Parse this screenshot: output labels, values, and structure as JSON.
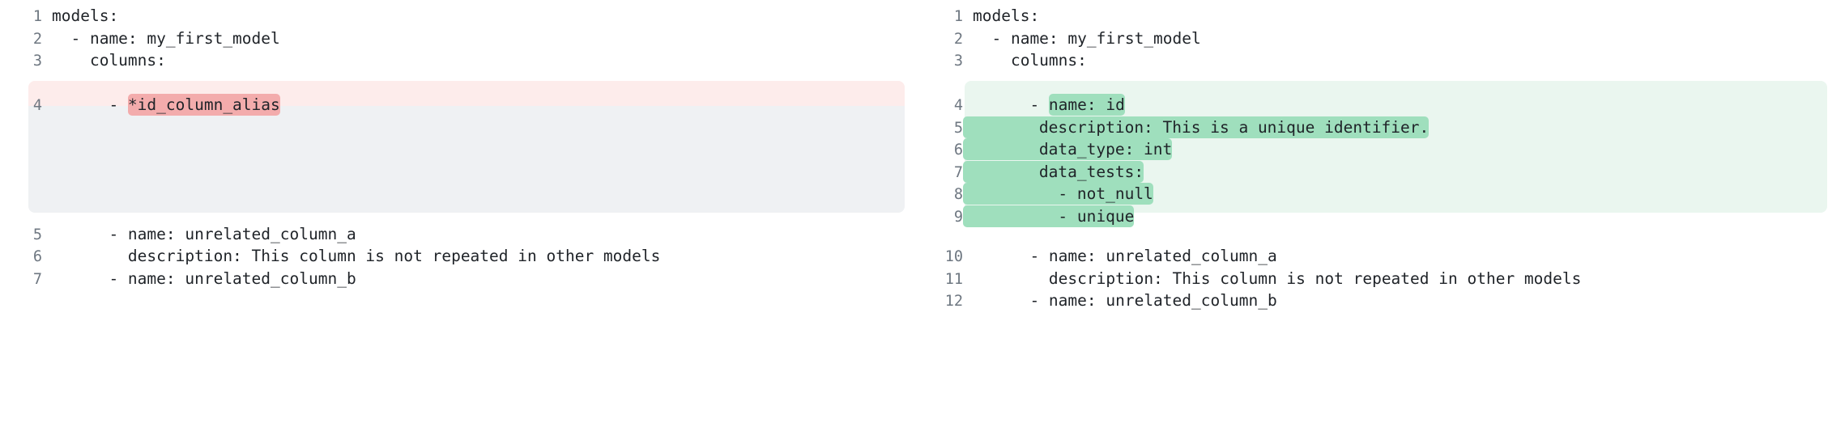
{
  "view": {
    "kind": "side-by-side-code-diff",
    "language": "yaml",
    "colors": {
      "deleted_row_bg": "#fdeceb",
      "deleted_word_bg": "#f3acac",
      "added_row_bg": "#eaf6ef",
      "added_word_bg": "#9fdfbd",
      "spacer_bg": "#eff1f3",
      "gutter_text": "#6e7781",
      "code_text": "#1f2328",
      "page_bg": "#ffffff"
    }
  },
  "left_pane": {
    "name": "before",
    "lines": [
      {
        "number": "1",
        "text": "models:",
        "state": "context"
      },
      {
        "number": "2",
        "text": "  - name: my_first_model",
        "state": "context"
      },
      {
        "number": "3",
        "text": "    columns:",
        "state": "context"
      },
      {
        "number": "4",
        "prefix": "      - ",
        "highlight": "*id_column_alias",
        "suffix": "",
        "text": "      - *id_column_alias",
        "state": "deleted"
      },
      {
        "number": "5",
        "text": "      - name: unrelated_column_a",
        "state": "context"
      },
      {
        "number": "6",
        "text": "        description: This column is not repeated in other models",
        "state": "context"
      },
      {
        "number": "7",
        "text": "      - name: unrelated_column_b",
        "state": "context"
      }
    ],
    "spacer_rows": 5
  },
  "right_pane": {
    "name": "after",
    "lines": [
      {
        "number": "1",
        "text": "models:",
        "state": "context"
      },
      {
        "number": "2",
        "text": "  - name: my_first_model",
        "state": "context"
      },
      {
        "number": "3",
        "text": "    columns:",
        "state": "context"
      },
      {
        "number": "4",
        "prefix": "      - ",
        "highlight": "name: id",
        "text": "      - name: id",
        "state": "added"
      },
      {
        "number": "5",
        "prefix": "",
        "highlight": "        description: This is a unique identifier.",
        "text": "        description: This is a unique identifier.",
        "state": "added"
      },
      {
        "number": "6",
        "prefix": "",
        "highlight": "        data_type: int",
        "text": "        data_type: int",
        "state": "added"
      },
      {
        "number": "7",
        "prefix": "",
        "highlight": "        data_tests:",
        "text": "        data_tests:",
        "state": "added"
      },
      {
        "number": "8",
        "prefix": "",
        "highlight": "          - not_null",
        "text": "          - not_null",
        "state": "added"
      },
      {
        "number": "9",
        "prefix": "",
        "highlight": "          - unique",
        "text": "          - unique",
        "state": "added"
      },
      {
        "number": "10",
        "text": "      - name: unrelated_column_a",
        "state": "context"
      },
      {
        "number": "11",
        "text": "        description: This column is not repeated in other models",
        "state": "context"
      },
      {
        "number": "12",
        "text": "      - name: unrelated_column_b",
        "state": "context"
      }
    ]
  }
}
